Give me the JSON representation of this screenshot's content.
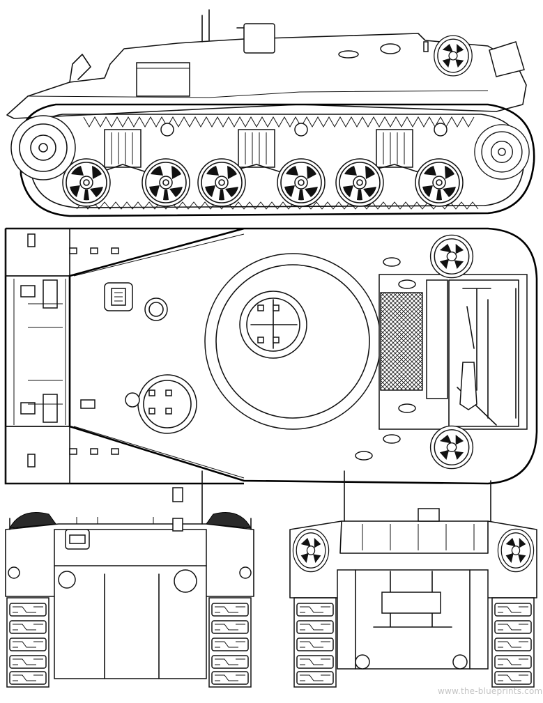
{
  "drawing": {
    "subject": "tracked armored vehicle, four-view blueprint",
    "views": [
      "side",
      "top",
      "front",
      "rear"
    ]
  },
  "watermark": {
    "text": "www.the-blueprints.com"
  }
}
